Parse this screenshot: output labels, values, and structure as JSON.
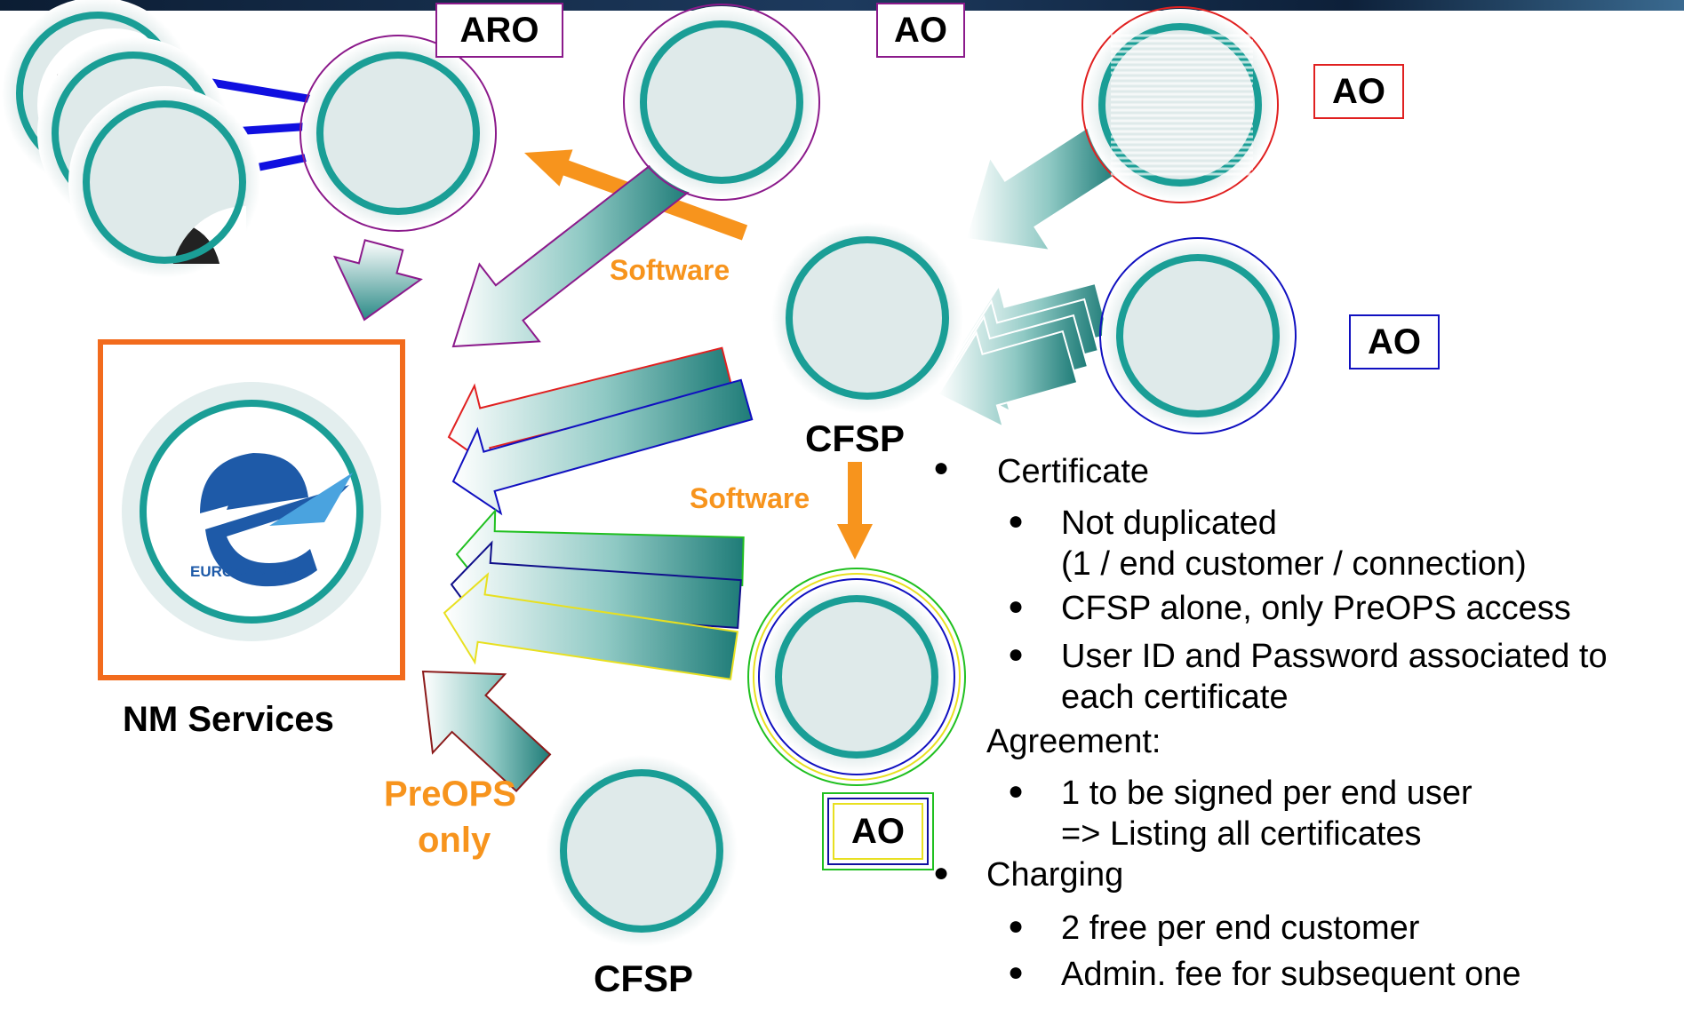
{
  "labels": {
    "aro": "ARO",
    "ao_top": "AO",
    "ao_right_red": "AO",
    "ao_right_blue": "AO",
    "ao_bottom": "AO",
    "cfsp_mid": "CFSP",
    "cfsp_bottom": "CFSP",
    "nm_services": "NM Services",
    "software_1": "Software",
    "software_2": "Software",
    "preops_line1": "PreOPS",
    "preops_line2": "only",
    "eurocontrol_logo_text": "EUROCONTROL"
  },
  "bullets": {
    "certificate": "Certificate",
    "not_duplicated": "Not duplicated",
    "not_duplicated_detail": "(1 / end customer / connection)",
    "cfsp_alone": "CFSP alone, only PreOPS access",
    "user_id_line1": "User ID and Password associated to",
    "user_id_line2": "each certificate",
    "agreement": "Agreement:",
    "signed_line1": "1 to be signed per end user",
    "signed_line2": "=> Listing all certificates",
    "charging": "Charging",
    "free": "2 free per end customer",
    "admin_fee": "Admin. fee for subsequent one"
  },
  "colors": {
    "teal": "#1a9e96",
    "orange_box": "#f26b1d",
    "orange_text": "#f7941d",
    "eurocontrol_blue": "#1e5aa8"
  }
}
